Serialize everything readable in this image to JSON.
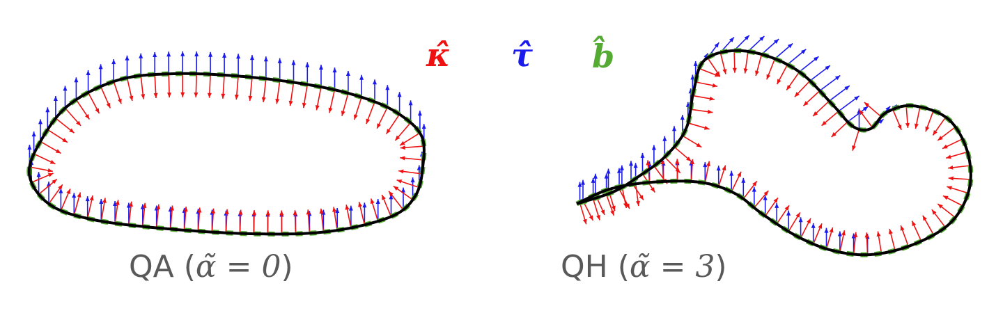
{
  "legend": {
    "kappa": {
      "symbol": "κ̂",
      "color": "#ee1111"
    },
    "tau": {
      "symbol": "τ̂",
      "color": "#1a1aee"
    },
    "b": {
      "symbol": "b̂",
      "color": "#55aa33"
    }
  },
  "panels": [
    {
      "id": "qa",
      "caption_prefix": "QA (",
      "caption_math": "α̃ = 0",
      "caption_suffix": ")",
      "curve_color": "#000000"
    },
    {
      "id": "qh",
      "caption_prefix": "QH (",
      "caption_math": "α̃ = 3",
      "caption_suffix": ")",
      "curve_color": "#000000"
    }
  ]
}
